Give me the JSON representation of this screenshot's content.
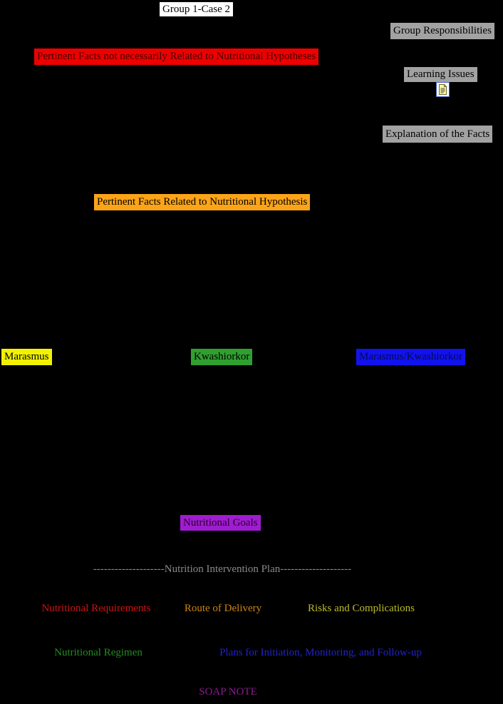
{
  "window": {
    "title": "Group 1-Case 2"
  },
  "colors": {
    "background": "#000000",
    "white_box_bg": "#FFFFFF",
    "gray_box_bg": "#A2A2A2",
    "red_box_bg": "#EE0000",
    "red_box_fg": "#400000",
    "orange_box_bg": "#FCA418",
    "yellow_box_bg": "#F2F200",
    "green_box_bg": "#2FA02F",
    "blue_box_bg": "#1212EE",
    "blue_box_fg": "#000A50",
    "purple_box_bg": "#A01CD0",
    "purple_box_fg": "#26002E",
    "black_text": "#000000",
    "divider_text": "#8A8A8A",
    "requirements_text": "#CC1414",
    "route_text": "#CC8414",
    "risks_text": "#BCBC28",
    "regimen_text": "#228B22",
    "plans_text": "#2222CC",
    "soap_text": "#8B1A8B"
  },
  "nodes": {
    "group_title": "Group 1-Case 2",
    "group_responsibilities": "Group Responsibilities",
    "facts_not_related": "Pertinent Facts not necessarily Related to Nutritional Hypotheses",
    "learning_issues": "Learning Issues",
    "explanation_of_facts": "Explanation of the Facts",
    "facts_related": "Pertinent Facts Related to Nutritional Hypothesis",
    "marasmus": "Marasmus",
    "kwashiorkor": "Kwashiorkor",
    "marasmus_kwashiorkor": "Marasmus/Kwashiorkor",
    "nutritional_goals": "Nutritional Goals",
    "divider": "--------------------Nutrition Intervention Plan--------------------",
    "nutritional_requirements": "Nutritional Requirements",
    "route_of_delivery": "Route of Delivery",
    "risks_and_complications": "Risks and Complications",
    "nutritional_regimen": "Nutritional Regimen",
    "plans_follow_up": "Plans for Initiation, Monitoring, and Follow-up",
    "soap_note": "SOAP NOTE"
  },
  "icons": {
    "note_icon": "document-note-attachment"
  }
}
